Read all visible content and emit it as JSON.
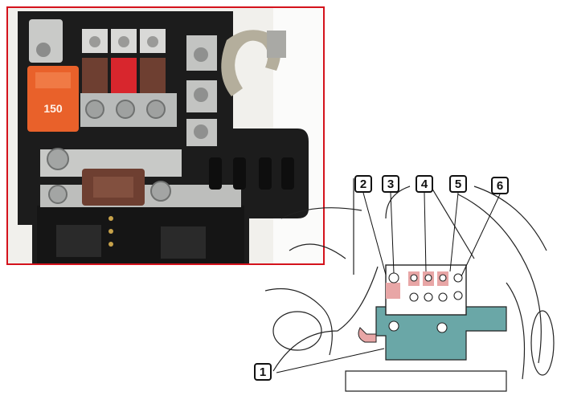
{
  "photo": {
    "fuse_label": "150"
  },
  "drawing": {
    "callouts": [
      "2",
      "3",
      "4",
      "5",
      "6",
      "1"
    ]
  },
  "colors": {
    "frame": "#d4121c",
    "fuse_orange": "#e9612a",
    "fuse_red": "#d8262d",
    "fuse_brown": "#6e3f31",
    "plate_teal": "#6aa7a7",
    "plate_pink": "#e8a6a6"
  }
}
